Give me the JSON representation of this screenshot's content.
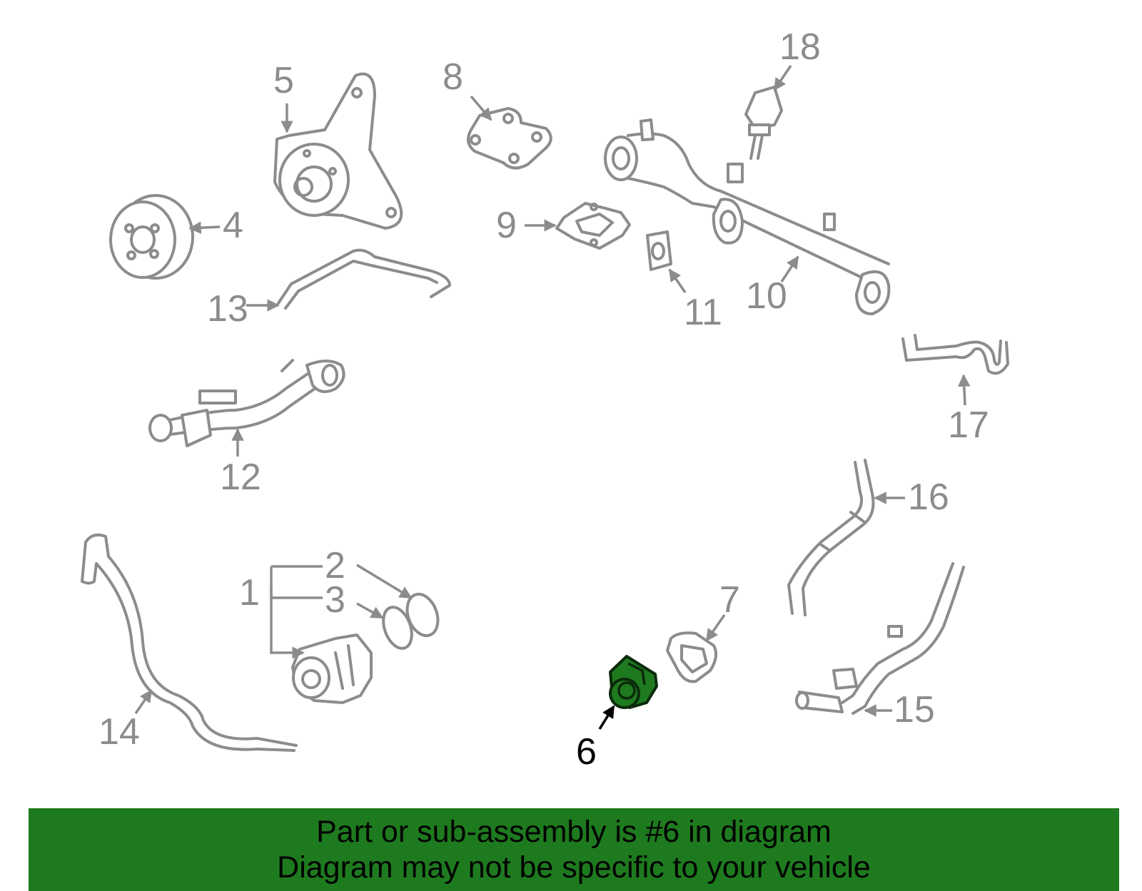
{
  "colors": {
    "part_stroke": "#8c8c8c",
    "highlight_fill": "#1e7a1e",
    "banner_background": "#1e7a1e",
    "banner_text": "#000000"
  },
  "callouts": {
    "c1": "1",
    "c2": "2",
    "c3": "3",
    "c4": "4",
    "c5": "5",
    "c6": "6",
    "c7": "7",
    "c8": "8",
    "c9": "9",
    "c10": "10",
    "c11": "11",
    "c12": "12",
    "c13": "13",
    "c14": "14",
    "c15": "15",
    "c16": "16",
    "c17": "17",
    "c18": "18"
  },
  "highlighted_part": "6",
  "banner": {
    "line1": "Part or sub-assembly is #6 in diagram",
    "line2": "Diagram may not be specific to your vehicle"
  }
}
